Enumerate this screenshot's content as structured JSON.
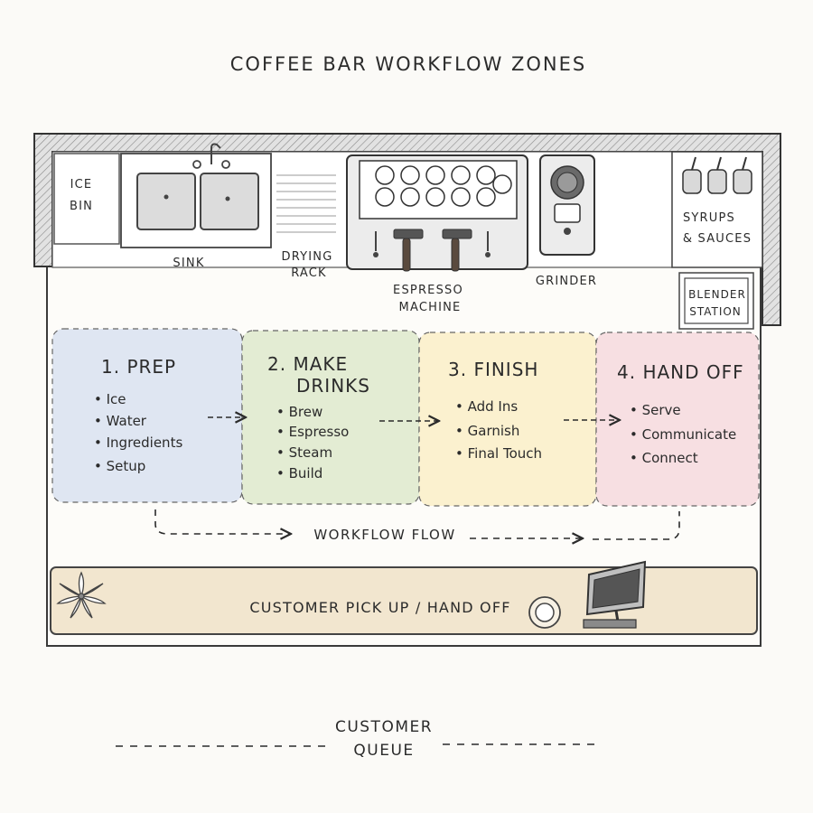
{
  "title": "COFFEE BAR WORKFLOW ZONES",
  "equipment": {
    "ice_bin": [
      "ICE",
      "BIN"
    ],
    "sink": "SINK",
    "drying_rack": [
      "DRYING",
      "RACK"
    ],
    "espresso_machine": [
      "ESPRESSO",
      "MACHINE"
    ],
    "grinder": "GRINDER",
    "syrups": [
      "SYRUPS",
      "& SAUCES"
    ],
    "blender": [
      "BLENDER",
      "STATION"
    ]
  },
  "zones": [
    {
      "title": [
        "1. PREP"
      ],
      "items": [
        "Ice",
        "Water",
        "Ingredients",
        "Setup"
      ],
      "color": "#dfe6f2"
    },
    {
      "title": [
        "2. MAKE",
        "DRINKS"
      ],
      "items": [
        "Brew",
        "Espresso",
        "Steam",
        "Build"
      ],
      "color": "#e3ecd3"
    },
    {
      "title": [
        "3. FINISH"
      ],
      "items": [
        "Add Ins",
        "Garnish",
        "Final Touch"
      ],
      "color": "#fbf1cf"
    },
    {
      "title": [
        "4. HAND OFF"
      ],
      "items": [
        "Serve",
        "Communicate",
        "Connect"
      ],
      "color": "#f7dfe2"
    }
  ],
  "workflow_flow": "WORKFLOW FLOW",
  "counter_label": "CUSTOMER PICK UP / HAND OFF",
  "queue": [
    "CUSTOMER",
    "QUEUE"
  ]
}
